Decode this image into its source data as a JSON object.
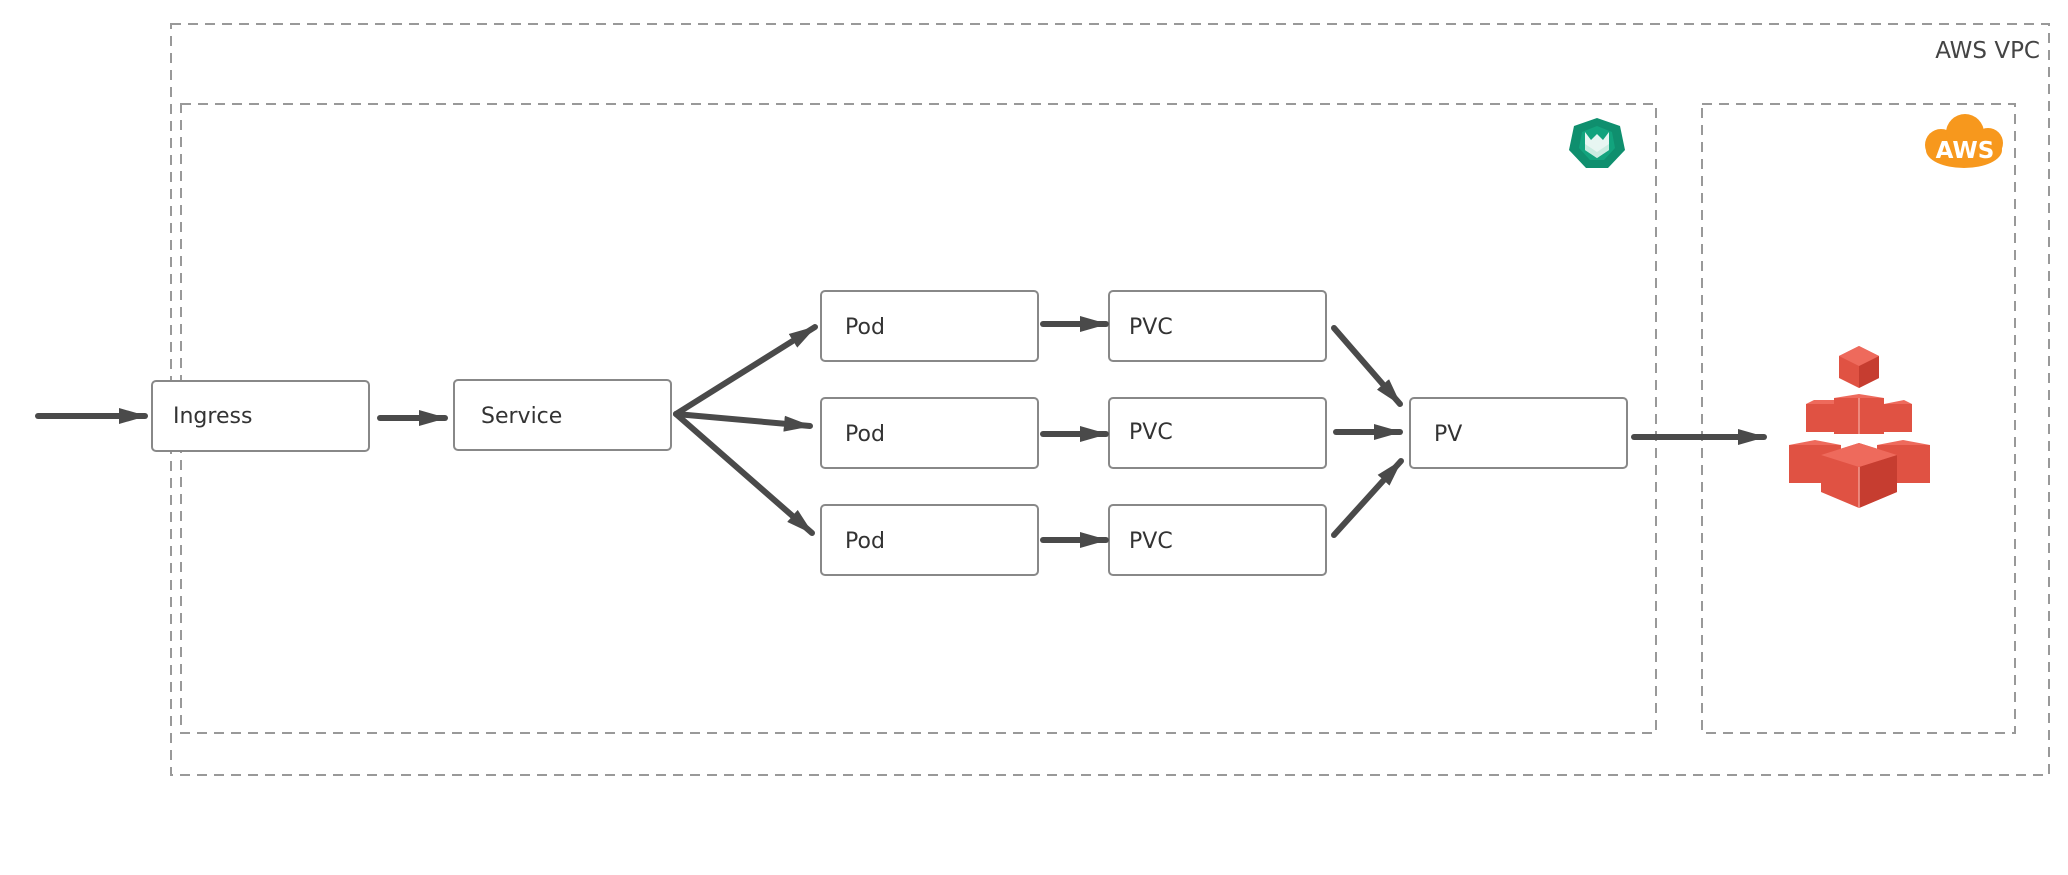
{
  "regions": {
    "vpc_label": "AWS VPC",
    "cluster_icon": "rancher-longhorn-icon",
    "aws_icon": "aws-cloud-icon",
    "aws_logo_text": "AWS",
    "storage_icon": "amazon-ebs-icon"
  },
  "nodes": {
    "ingress": "Ingress",
    "service": "Service",
    "pod_1": "Pod",
    "pod_2": "Pod",
    "pod_3": "Pod",
    "pvc_1": "PVC",
    "pvc_2": "PVC",
    "pvc_3": "PVC",
    "pv": "PV"
  },
  "colors": {
    "border": "#888888",
    "dashed": "#999999",
    "arrow": "#4a4a4a",
    "cluster_icon": "#0f8f6e",
    "aws_orange": "#f7981d",
    "ebs_red": "#e05243"
  }
}
